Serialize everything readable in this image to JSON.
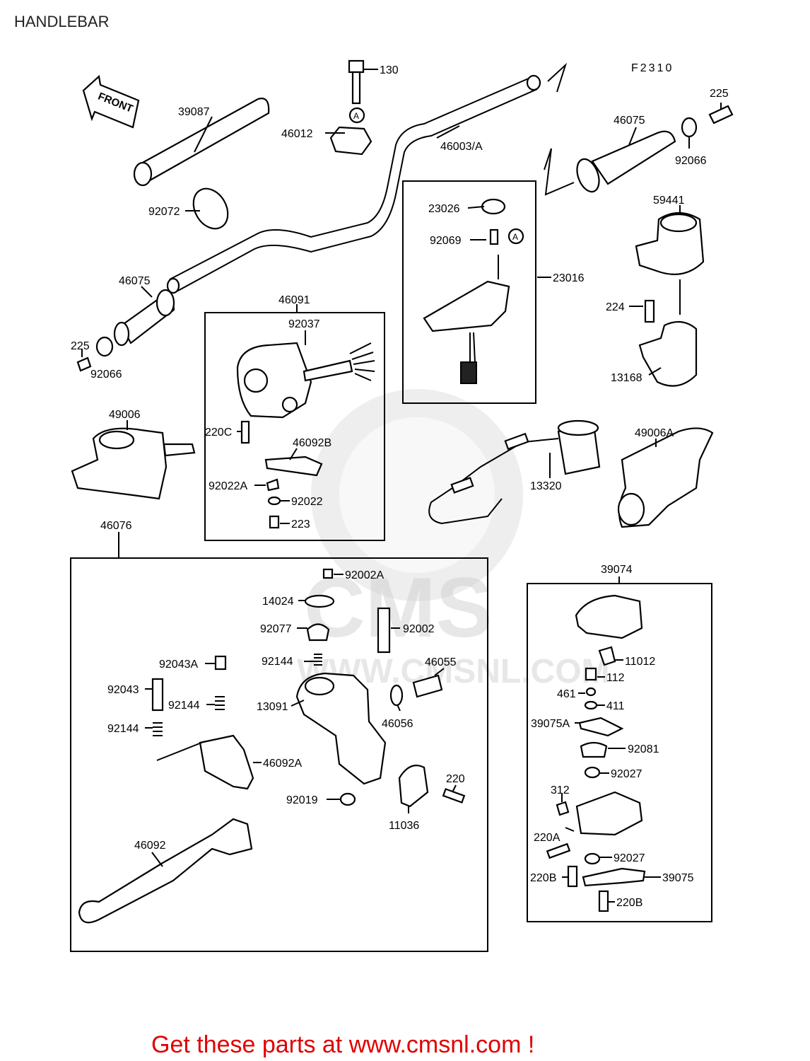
{
  "title": "HANDLEBAR",
  "figure_code": "F2310",
  "front_label": "FRONT",
  "watermark": "CMS",
  "watermark_url": "WWW.CMSNL.COM",
  "footer": "Get these parts at www.cmsnl.com !",
  "callout_a": "A",
  "labels": {
    "p130": "130",
    "p39087": "39087",
    "p46012": "46012",
    "p46003A": "46003/A",
    "p225r": "225",
    "p46075r": "46075",
    "p92066r": "92066",
    "p92072": "92072",
    "p23026": "23026",
    "p92069": "92069",
    "p23016": "23016",
    "p59441": "59441",
    "p46075l": "46075",
    "p46091": "46091",
    "p92037": "92037",
    "p225l": "225",
    "p92066l": "92066",
    "p224": "224",
    "p13168": "13168",
    "p49006": "49006",
    "p220C": "220C",
    "p46092B": "46092B",
    "p49006A": "49006A",
    "p13320": "13320",
    "p92022A": "92022A",
    "p92022": "92022",
    "p223": "223",
    "p46076": "46076",
    "p92002A": "92002A",
    "p14024": "14024",
    "p92077": "92077",
    "p92002": "92002",
    "p39074": "39074",
    "p92043A": "92043A",
    "p92144a": "92144",
    "p46055": "46055",
    "p11012": "11012",
    "p92043": "92043",
    "p92144b": "92144",
    "p13091": "13091",
    "p112": "112",
    "p461": "461",
    "p411": "411",
    "p46056": "46056",
    "p92144c": "92144",
    "p39075A": "39075A",
    "p46092A": "46092A",
    "p92081": "92081",
    "p220": "220",
    "p92027a": "92027",
    "p92019": "92019",
    "p312": "312",
    "p11036": "11036",
    "p220A": "220A",
    "p46092": "46092",
    "p92027b": "92027",
    "p220Ba": "220B",
    "p39075": "39075",
    "p220Bb": "220B"
  }
}
